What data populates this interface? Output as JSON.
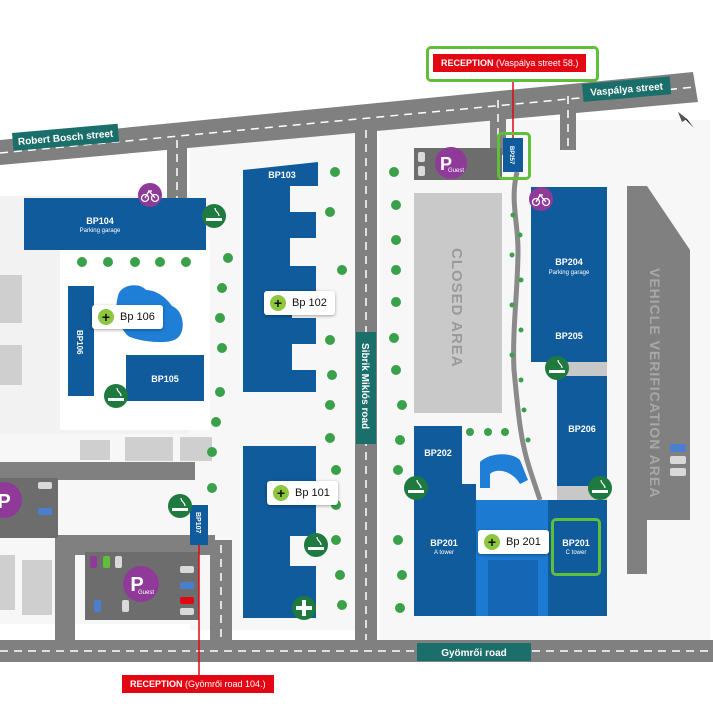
{
  "streets": {
    "robert_bosch": "Robert Bosch street",
    "vaspalya": "Vaspálya street",
    "sibrik": "Sibrik Miklós road",
    "gyomroi": "Gyömrői road"
  },
  "buildings": {
    "bp103": "BP103",
    "bp104": "BP104",
    "bp104_sub": "Parking garage",
    "bp105": "BP105",
    "bp106": "BP106",
    "bp107": "BP107",
    "bp201a": "BP201",
    "bp201a_sub": "A tower",
    "bp201c": "BP201",
    "bp201c_sub": "C tower",
    "bp202": "BP202",
    "bp204": "BP204",
    "bp204_sub": "Parking garage",
    "bp205": "BP205",
    "bp206": "BP206",
    "bp257": "BP257"
  },
  "areas": {
    "closed": "CLOSED AREA",
    "vehicle": "VEHICLE VERIFICATION AREA"
  },
  "parking": {
    "letter": "P",
    "guest": "Guest"
  },
  "tags": {
    "bp106": "Bp 106",
    "bp102": "Bp 102",
    "bp101": "Bp 101",
    "bp201": "Bp 201"
  },
  "receptions": {
    "top_label": "RECEPTION",
    "top_address": "(Vaspálya street 58.)",
    "bottom_label": "RECEPTION",
    "bottom_address": "(Gyömrői road 104.)"
  },
  "colors": {
    "building": "#0f5b9b",
    "road": "#808080",
    "street_sign": "#1b6f6a",
    "reception": "#e30613",
    "highlight": "#5fbf3a",
    "icon_green": "#1e7a3f",
    "parking": "#8f3a98",
    "tree": "#3aa14a"
  }
}
